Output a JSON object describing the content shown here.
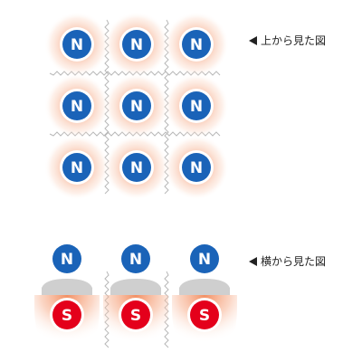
{
  "labels": {
    "top_view": "上から見た図",
    "side_view": "横から見た図"
  },
  "poles": {
    "north": "N",
    "south": "S"
  },
  "colors": {
    "north_pole": "#1a63b8",
    "south_pole": "#e4001b",
    "glow": "#f28a55",
    "holder": "#cfcfcf"
  },
  "top_view": {
    "rows": 3,
    "cols": 3
  },
  "side_view": {
    "count": 3
  }
}
